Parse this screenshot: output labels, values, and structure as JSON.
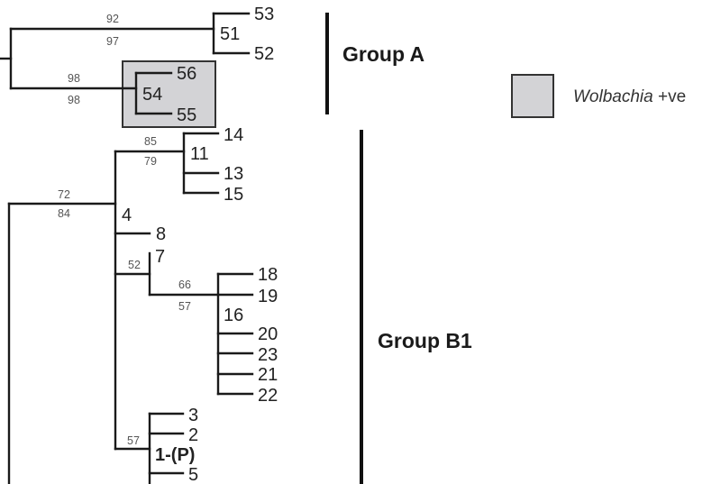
{
  "figure": {
    "type": "phylogenetic-tree",
    "highlight_color": "#d3d3d6",
    "legend": {
      "italic": "Wolbachia",
      "suffix": " +ve"
    },
    "groups": [
      {
        "label": "Group A"
      },
      {
        "label": "Group B1"
      }
    ],
    "leaves": {
      "l53": "53",
      "l52": "52",
      "l56": "56",
      "l55": "55",
      "l14": "14",
      "l13": "13",
      "l15": "15",
      "l8": "8",
      "l18": "18",
      "l19": "19",
      "l20": "20",
      "l23": "23",
      "l21": "21",
      "l22": "22",
      "l3": "3",
      "l2": "2",
      "l5": "5"
    },
    "internal_nodes": {
      "n51": "51",
      "n54": "54",
      "n11": "11",
      "n4": "4",
      "n7": "7",
      "n16": "16",
      "n1": "1-(P)"
    },
    "bootstrap": {
      "b51_top": "92",
      "b51_bot": "97",
      "b54_top": "98",
      "b54_bot": "98",
      "b11_top": "85",
      "b11_bot": "79",
      "b4_top": "72",
      "b4_bot": "84",
      "b7": "52",
      "b16_top": "66",
      "b16_bot": "57",
      "b1": "57"
    }
  }
}
